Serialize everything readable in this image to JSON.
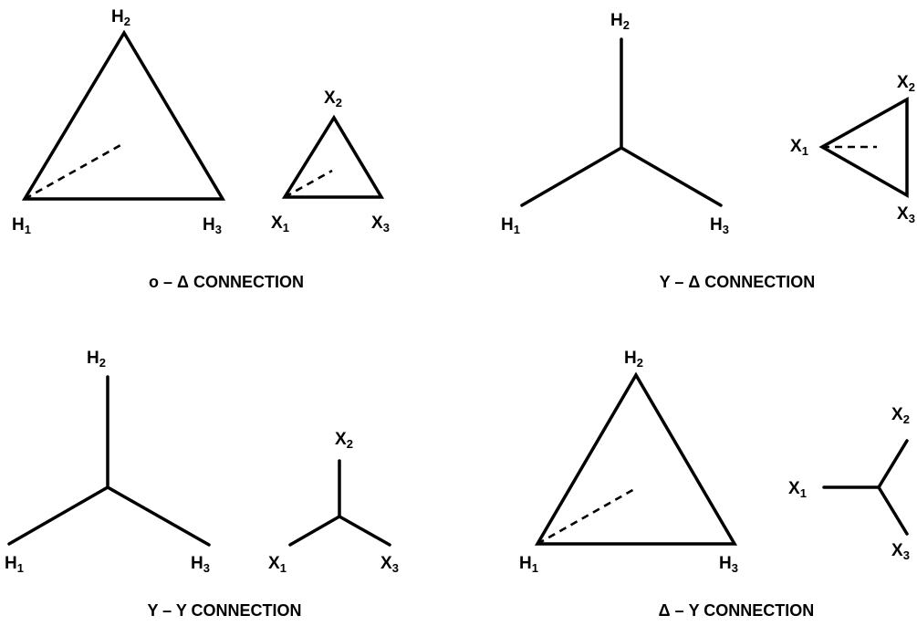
{
  "panels": [
    {
      "caption": "o – Δ CONNECTION",
      "primary": {
        "type": "delta",
        "labels": {
          "n1": "H",
          "n1_sub": "1",
          "n2": "H",
          "n2_sub": "2",
          "n3": "H",
          "n3_sub": "3"
        }
      },
      "secondary": {
        "type": "delta",
        "labels": {
          "n1": "X",
          "n1_sub": "1",
          "n2": "X",
          "n2_sub": "2",
          "n3": "X",
          "n3_sub": "3"
        }
      }
    },
    {
      "caption": "Y – Δ CONNECTION",
      "primary": {
        "type": "wye",
        "labels": {
          "n1": "H",
          "n1_sub": "1",
          "n2": "H",
          "n2_sub": "2",
          "n3": "H",
          "n3_sub": "3"
        }
      },
      "secondary": {
        "type": "delta",
        "labels": {
          "n1": "X",
          "n1_sub": "1",
          "n2": "X",
          "n2_sub": "2",
          "n3": "X",
          "n3_sub": "3"
        }
      }
    },
    {
      "caption": "Y – Y CONNECTION",
      "primary": {
        "type": "wye",
        "labels": {
          "n1": "H",
          "n1_sub": "1",
          "n2": "H",
          "n2_sub": "2",
          "n3": "H",
          "n3_sub": "3"
        }
      },
      "secondary": {
        "type": "wye",
        "labels": {
          "n1": "X",
          "n1_sub": "1",
          "n2": "X",
          "n2_sub": "2",
          "n3": "X",
          "n3_sub": "3"
        }
      }
    },
    {
      "caption": "Δ – Y CONNECTION",
      "primary": {
        "type": "delta",
        "labels": {
          "n1": "H",
          "n1_sub": "1",
          "n2": "H",
          "n2_sub": "2",
          "n3": "H",
          "n3_sub": "3"
        }
      },
      "secondary": {
        "type": "wye",
        "labels": {
          "n1": "X",
          "n1_sub": "1",
          "n2": "X",
          "n2_sub": "2",
          "n3": "X",
          "n3_sub": "3"
        }
      }
    }
  ]
}
